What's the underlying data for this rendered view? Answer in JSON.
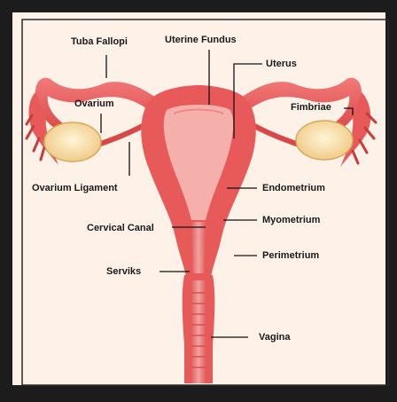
{
  "diagram": {
    "labels": {
      "tuba_fallopi": "Tuba Fallopi",
      "uterine_fundus": "Uterine Fundus",
      "uterus": "Uterus",
      "ovarium": "Ovarium",
      "fimbriae": "Fimbriae",
      "ovarium_ligament": "Ovarium Ligament",
      "endometrium": "Endometrium",
      "myometrium": "Myometrium",
      "cervical_canal": "Cervical Canal",
      "perimetrium": "Perimetrium",
      "serviks": "Serviks",
      "vagina": "Vagina"
    },
    "colors": {
      "frame": "#1c1c1c",
      "background": "#fdf1e8",
      "tissue": "#e85a5a",
      "tissue_dark": "#c83c3c",
      "lining": "#f4a6a2",
      "ovary": "#f6dba0",
      "line": "#111111"
    }
  }
}
